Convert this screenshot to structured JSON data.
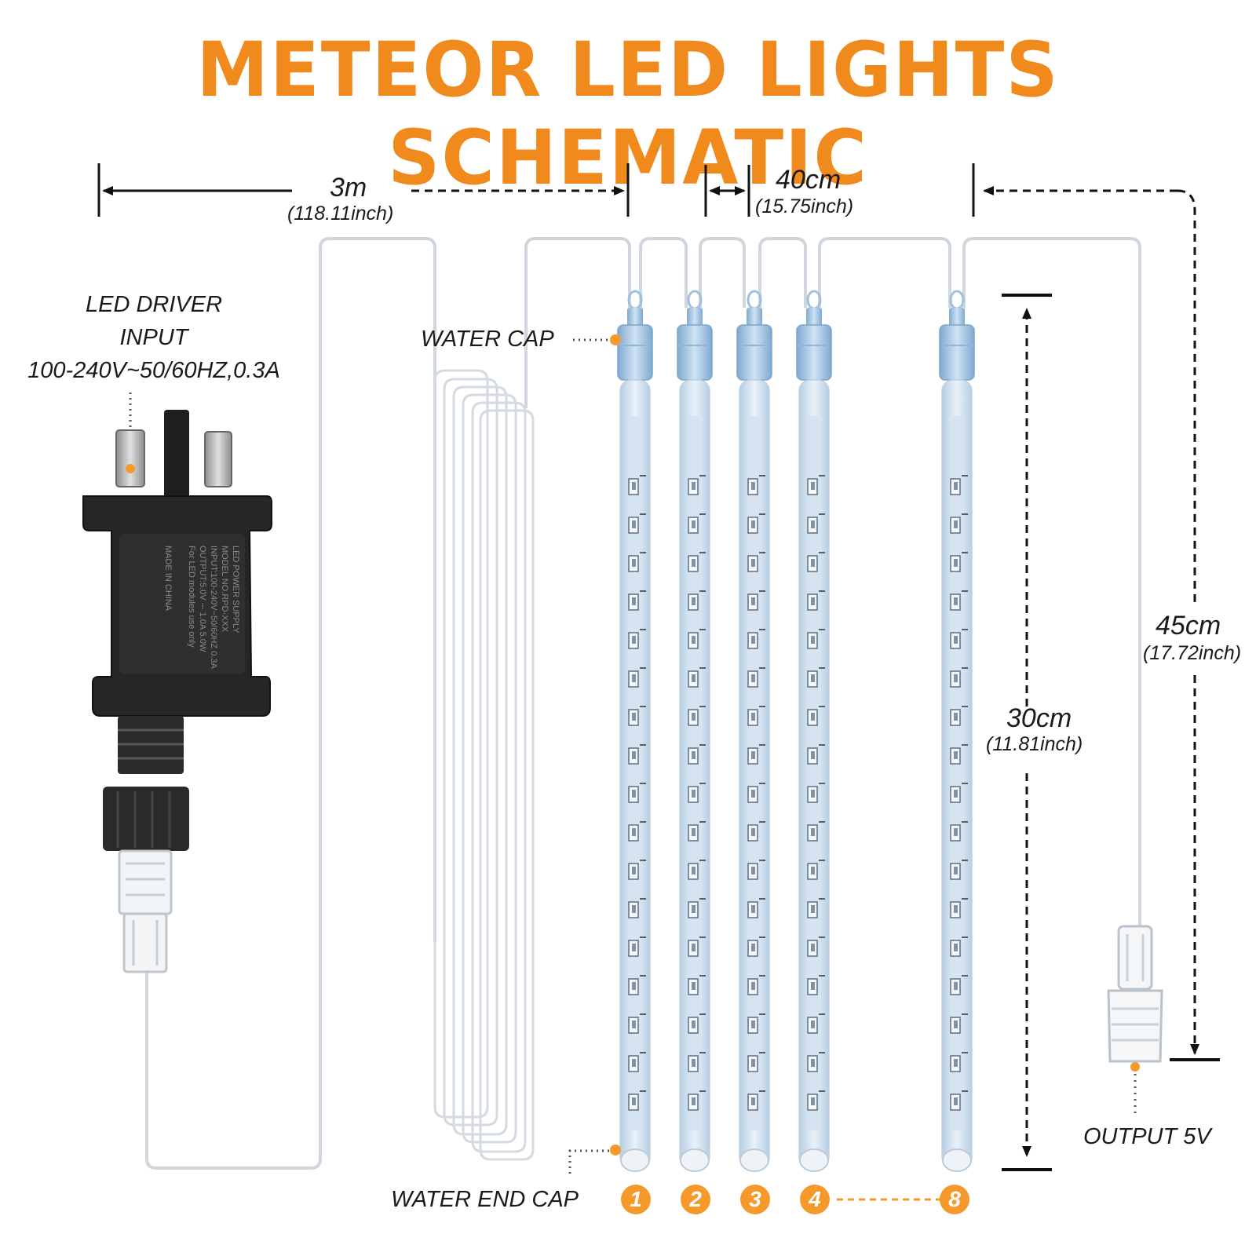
{
  "title": "METEOR LED LIGHTS SCHEMATIC",
  "dimensions": {
    "cable_length": {
      "main": "3m",
      "sub": "(118.11inch)"
    },
    "tube_spacing": {
      "main": "40cm",
      "sub": "(15.75inch)"
    },
    "output_cable": {
      "main": "45cm",
      "sub": "(17.72inch)"
    },
    "tube_length": {
      "main": "30cm",
      "sub": "(11.81inch)"
    }
  },
  "labels": {
    "driver_line1": "LED DRIVER",
    "driver_line2": "INPUT",
    "driver_line3": "100-240V~50/60HZ,0.3A",
    "water_cap": "WATER CAP",
    "water_end_cap": "WATER END CAP",
    "output": "OUTPUT 5V"
  },
  "tube_numbers": [
    "1",
    "2",
    "3",
    "4",
    "8"
  ],
  "adapter_label": {
    "line1": "LED POWER SUPPLY",
    "line2": "MODEL NO.RPD-XXX",
    "line3": "INPUT:100-240V~50/60HZ 0.3A",
    "line4": "OUTPUT:5.0V ⎓ 1.0A 5.0W",
    "line5": "For LED modules use only",
    "line6": "MADE IN CHINA"
  },
  "colors": {
    "accent": "#f08a1c",
    "marker": "#f59a2a",
    "tube": "#cfe0ef",
    "cap": "#a9cbe6",
    "adapter": "#2b2b2b"
  }
}
